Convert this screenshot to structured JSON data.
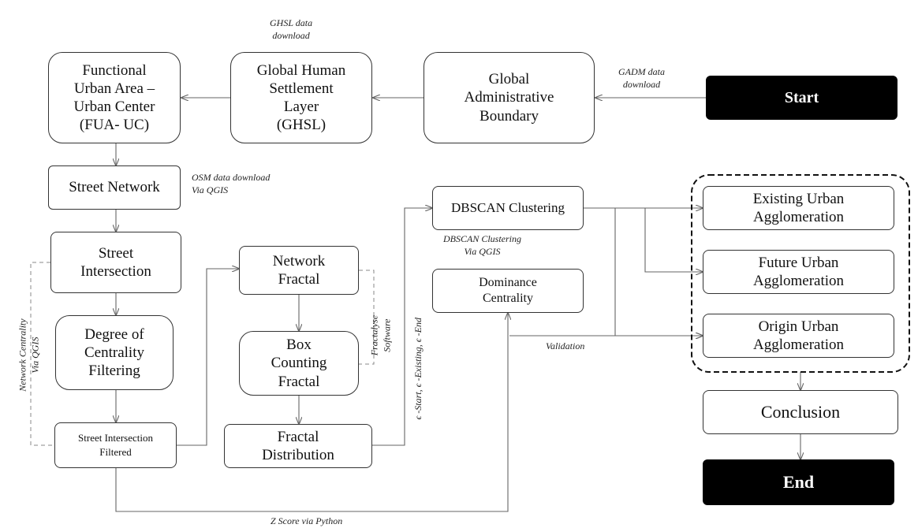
{
  "nodes": {
    "start": "Start",
    "global_admin_boundary": "Global\nAdministrative\nBoundary",
    "ghsl": "Global Human\nSettlement\nLayer\n(GHSL)",
    "fua_uc": "Functional\nUrban Area –\nUrban Center\n(FUA- UC)",
    "street_network": "Street Network",
    "street_intersection": "Street\nIntersection",
    "degree_centrality": "Degree of\nCentrality\nFiltering",
    "street_intersection_filtered": "Street Intersection\nFiltered",
    "network_fractal": "Network\nFractal",
    "box_counting": "Box\nCounting\nFractal",
    "fractal_distribution": "Fractal\nDistribution",
    "dbscan": "DBSCAN Clustering",
    "dominance_centrality": "Dominance\nCentrality",
    "existing_urban": "Existing Urban\nAgglomeration",
    "future_urban": "Future Urban\nAgglomeration",
    "origin_urban": "Origin Urban\nAgglomeration",
    "conclusion": "Conclusion",
    "end": "End"
  },
  "annotations": {
    "gadm_download": "GADM data\ndownload",
    "ghsl_download": "GHSL data\ndownload",
    "osm_download": "OSM data download\nVia QGIS",
    "network_centrality": "Network Centrality\nVia QGIS",
    "fractalyse": "Fractalyse\nSoftware",
    "epsilon": "ϵ -Start, ϵ -Existing, ϵ -End",
    "dbscan_qgis": "DBSCAN Clustering\nVia QGIS",
    "validation": "Validation",
    "zscore": "Z Score via Python"
  },
  "colors": {
    "line": "#666666",
    "border": "#333333",
    "terminal": "#000000"
  }
}
